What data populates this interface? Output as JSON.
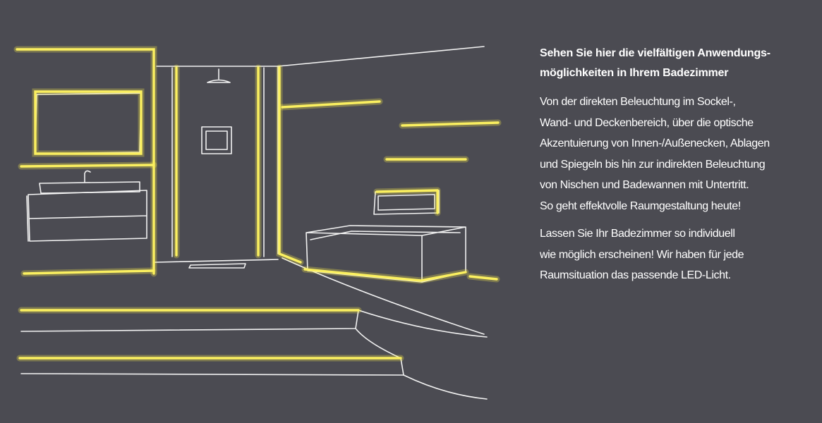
{
  "content": {
    "heading_lines": [
      "Sehen Sie hier die vielfältigen Anwendungs-",
      "möglichkeiten in Ihrem Badezimmer"
    ],
    "paragraph1_lines": [
      "Von der direkten Beleuchtung im Sockel-,",
      "Wand- und Deckenbereich, über die optische",
      "Akzentuierung von Innen-/Außenecken, Ablagen",
      "und Spiegeln bis hin zur indirekten Beleuchtung",
      "von Nischen und Badewannen mit Untertritt.",
      "So geht effektvolle Raumgestaltung heute!"
    ],
    "paragraph2_lines": [
      "Lassen Sie Ihr Badezimmer so individuell",
      "wie möglich erscheinen! Wir haben für jede",
      "Raumsituation das passende LED-Licht."
    ]
  },
  "colors": {
    "background": "#4b4b52",
    "led_light": "#fbf060",
    "sketch_line": "#f2f2f2",
    "text": "#ffffff"
  }
}
